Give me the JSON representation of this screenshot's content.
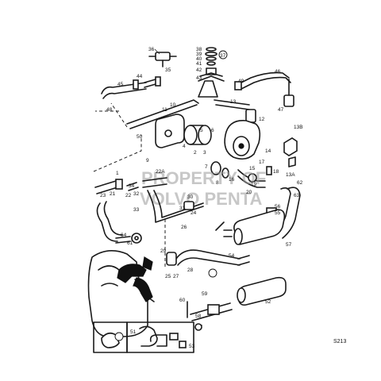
{
  "watermark": {
    "line1": "PROPERTY OF",
    "line2": "VOLVO PENTA"
  },
  "figure_number": "S213",
  "labels": [
    {
      "id": "l35",
      "text": "35"
    },
    {
      "id": "l36",
      "text": "36"
    },
    {
      "id": "l38",
      "text": "38"
    },
    {
      "id": "l39",
      "text": "39"
    },
    {
      "id": "l40",
      "text": "40"
    },
    {
      "id": "l41",
      "text": "41"
    },
    {
      "id": "l42",
      "text": "42"
    },
    {
      "id": "l43",
      "text": "43"
    },
    {
      "id": "l37",
      "text": "37"
    },
    {
      "id": "l44",
      "text": "44"
    },
    {
      "id": "l45",
      "text": "45"
    },
    {
      "id": "l46",
      "text": "46"
    },
    {
      "id": "l47",
      "text": "47"
    },
    {
      "id": "l48",
      "text": "48"
    },
    {
      "id": "l49",
      "text": "49"
    },
    {
      "id": "l10",
      "text": "10"
    },
    {
      "id": "l11",
      "text": "11"
    },
    {
      "id": "l12",
      "text": "12"
    },
    {
      "id": "l13",
      "text": "13"
    },
    {
      "id": "l13b",
      "text": "13B"
    },
    {
      "id": "l13a",
      "text": "13A"
    },
    {
      "id": "l14",
      "text": "14"
    },
    {
      "id": "l15",
      "text": "15"
    },
    {
      "id": "l16",
      "text": "16"
    },
    {
      "id": "l17",
      "text": "17"
    },
    {
      "id": "l18",
      "text": "18"
    },
    {
      "id": "l19",
      "text": "19"
    },
    {
      "id": "l20",
      "text": "20"
    },
    {
      "id": "l21",
      "text": "21"
    },
    {
      "id": "l22",
      "text": "22"
    },
    {
      "id": "l22a",
      "text": "22A"
    },
    {
      "id": "l23",
      "text": "23"
    },
    {
      "id": "l24",
      "text": "24"
    },
    {
      "id": "l25",
      "text": "25"
    },
    {
      "id": "l26",
      "text": "26"
    },
    {
      "id": "l27",
      "text": "27"
    },
    {
      "id": "l28",
      "text": "28"
    },
    {
      "id": "l29",
      "text": "29"
    },
    {
      "id": "l30",
      "text": "30"
    },
    {
      "id": "l31",
      "text": "31"
    },
    {
      "id": "l32",
      "text": "32"
    },
    {
      "id": "l33",
      "text": "33"
    },
    {
      "id": "l34",
      "text": "34"
    },
    {
      "id": "l1",
      "text": "1"
    },
    {
      "id": "l2",
      "text": "2"
    },
    {
      "id": "l3",
      "text": "3"
    },
    {
      "id": "l4",
      "text": "4"
    },
    {
      "id": "l5",
      "text": "5"
    },
    {
      "id": "l6",
      "text": "6"
    },
    {
      "id": "l7",
      "text": "7"
    },
    {
      "id": "l8",
      "text": "8"
    },
    {
      "id": "l9",
      "text": "9"
    },
    {
      "id": "l50",
      "text": "50"
    },
    {
      "id": "l51",
      "text": "51"
    },
    {
      "id": "l52",
      "text": "52"
    },
    {
      "id": "l53",
      "text": "53"
    },
    {
      "id": "l54",
      "text": "54"
    },
    {
      "id": "l55",
      "text": "55"
    },
    {
      "id": "l56",
      "text": "56"
    },
    {
      "id": "l57",
      "text": "57"
    },
    {
      "id": "l58",
      "text": "58"
    },
    {
      "id": "l59",
      "text": "59"
    },
    {
      "id": "l60",
      "text": "60"
    },
    {
      "id": "l61",
      "text": "61"
    },
    {
      "id": "l62",
      "text": "62"
    },
    {
      "id": "l63",
      "text": "63"
    },
    {
      "id": "l64",
      "text": "64"
    }
  ]
}
